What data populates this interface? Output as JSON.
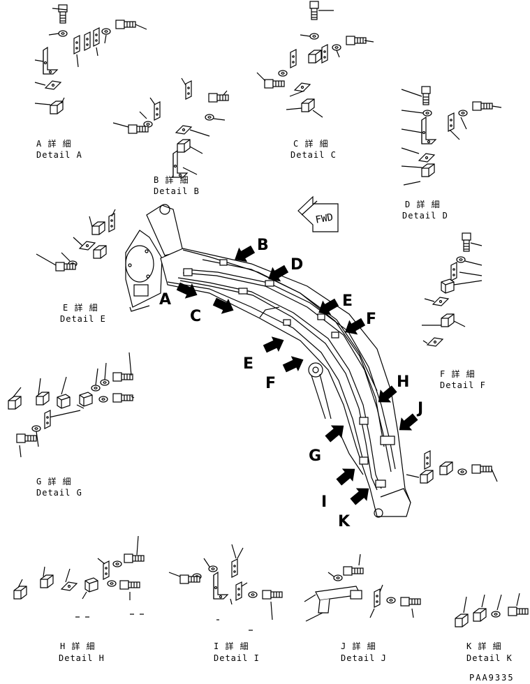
{
  "captions": {
    "a": {
      "jp": "A 詳 細",
      "en": "Detail A"
    },
    "b": {
      "jp": "B 詳 細",
      "en": "Detail B"
    },
    "c": {
      "jp": "C 詳 細",
      "en": "Detail C"
    },
    "d": {
      "jp": "D 詳 細",
      "en": "Detail D"
    },
    "e": {
      "jp": "E 詳 細",
      "en": "Detail E"
    },
    "f": {
      "jp": "F 詳 細",
      "en": "Detail F"
    },
    "g": {
      "jp": "G 詳 細",
      "en": "Detail G"
    },
    "h": {
      "jp": "H 詳 細",
      "en": "Detail H"
    },
    "i": {
      "jp": "I 詳 細",
      "en": "Detail I"
    },
    "j": {
      "jp": "J 詳 細",
      "en": "Detail J"
    },
    "k": {
      "jp": "K 詳 細",
      "en": "Detail K"
    }
  },
  "callouts": {
    "A": "A",
    "B": "B",
    "C": "C",
    "D": "D",
    "E1": "E",
    "F1": "F",
    "E2": "E",
    "F2": "F",
    "G": "G",
    "H": "H",
    "I": "I",
    "J": "J",
    "K": "K"
  },
  "fwd_label": "FWD",
  "drawing_number": "PAA9335"
}
